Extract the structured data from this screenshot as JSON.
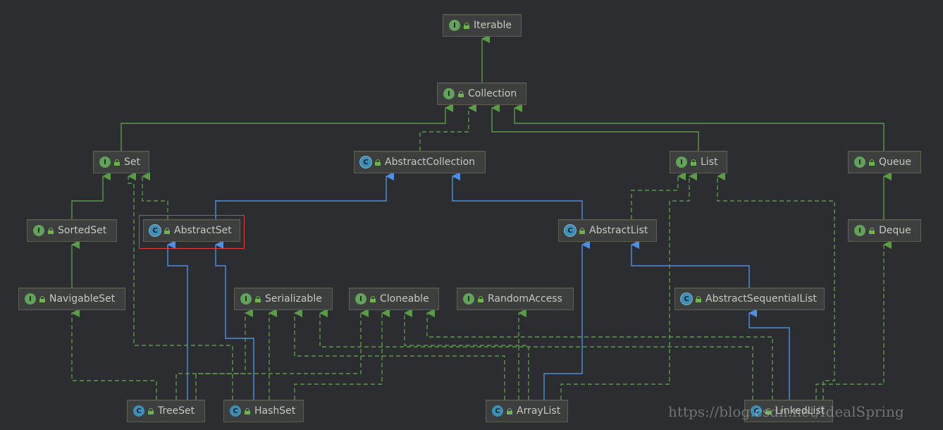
{
  "nodes": [
    {
      "id": "iterable",
      "label": "Iterable",
      "kind": "I"
    },
    {
      "id": "collection",
      "label": "Collection",
      "kind": "I"
    },
    {
      "id": "set",
      "label": "Set",
      "kind": "I"
    },
    {
      "id": "abstract-collection",
      "label": "AbstractCollection",
      "kind": "C"
    },
    {
      "id": "list",
      "label": "List",
      "kind": "I"
    },
    {
      "id": "queue",
      "label": "Queue",
      "kind": "I"
    },
    {
      "id": "sorted-set",
      "label": "SortedSet",
      "kind": "I"
    },
    {
      "id": "abstract-set",
      "label": "AbstractSet",
      "kind": "C"
    },
    {
      "id": "abstract-list",
      "label": "AbstractList",
      "kind": "C"
    },
    {
      "id": "deque",
      "label": "Deque",
      "kind": "I"
    },
    {
      "id": "navigable-set",
      "label": "NavigableSet",
      "kind": "I"
    },
    {
      "id": "serializable",
      "label": "Serializable",
      "kind": "I"
    },
    {
      "id": "cloneable",
      "label": "Cloneable",
      "kind": "I"
    },
    {
      "id": "random-access",
      "label": "RandomAccess",
      "kind": "I"
    },
    {
      "id": "abstract-sequential-list",
      "label": "AbstractSequentialList",
      "kind": "C"
    },
    {
      "id": "tree-set",
      "label": "TreeSet",
      "kind": "C"
    },
    {
      "id": "hash-set",
      "label": "HashSet",
      "kind": "C"
    },
    {
      "id": "array-list",
      "label": "ArrayList",
      "kind": "C"
    },
    {
      "id": "linked-list",
      "label": "LinkedList",
      "kind": "C"
    }
  ],
  "colors": {
    "extends_interface": "#5b9a47",
    "extends_class": "#4f8fe0",
    "implements": "#5b9a47",
    "highlight": "#e03c3c",
    "background": "#2b2d30"
  },
  "highlighted_node": "abstract-set",
  "watermark": "https://blog.csdn.net/IdealSpring"
}
